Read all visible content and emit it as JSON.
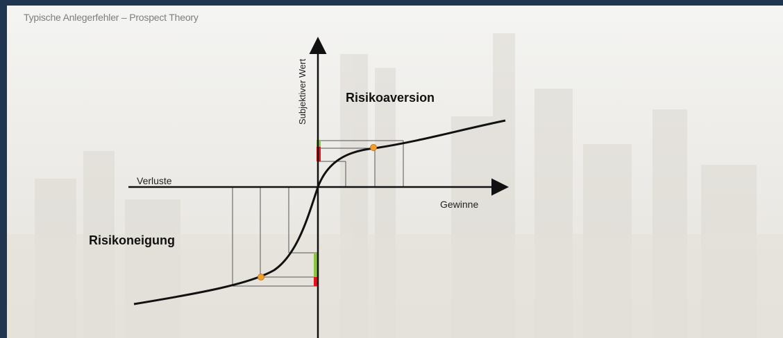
{
  "header": {
    "title": "Typische Anlegerfehler – Prospect Theory"
  },
  "diagram": {
    "y_axis_label": "Subjektiver Wert",
    "x_axis_positive_label": "Gewinne",
    "x_axis_negative_label": "Verluste",
    "region_gain_label": "Risikoaversion",
    "region_loss_label": "Risikoneigung"
  },
  "colors": {
    "curve": "#111111",
    "axis": "#111111",
    "guide_lines": "#555555",
    "marker_point": "#f0a030",
    "bar_green": "#8cc63f",
    "bar_red": "#e8101a",
    "frame": "#1f3550"
  }
}
